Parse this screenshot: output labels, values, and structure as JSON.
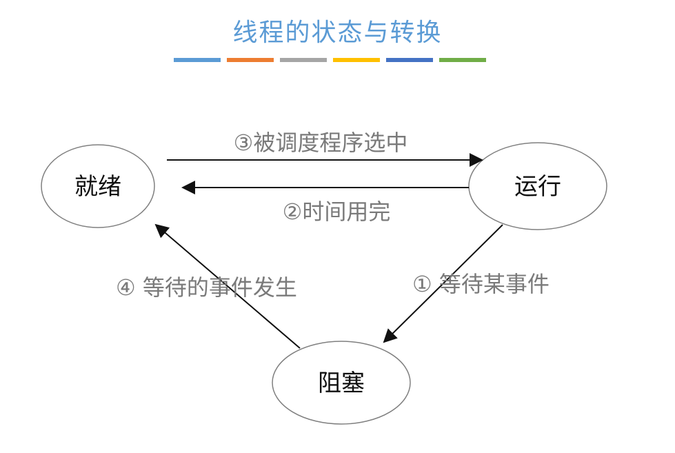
{
  "title": "线程的状态与转换",
  "title_color": "#5b9bd5",
  "color_bar": [
    "#5b9bd5",
    "#ed7d31",
    "#a5a5a5",
    "#ffc000",
    "#4472c4",
    "#70ad47"
  ],
  "nodes": {
    "ready": "就绪",
    "running": "运行",
    "blocked": "阻塞"
  },
  "edges": {
    "scheduled": "③被调度程序选中",
    "time_up": "②时间用完",
    "wait_event": "① 等待某事件",
    "event_occurred": "④ 等待的事件发生"
  }
}
